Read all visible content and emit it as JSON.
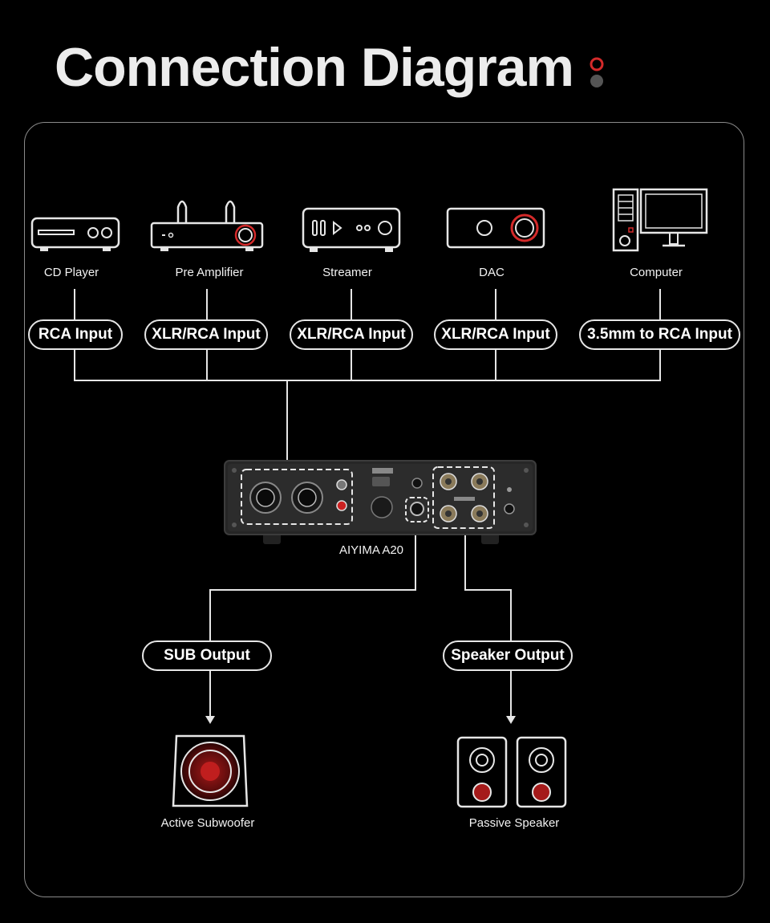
{
  "header": {
    "title": "Connection Diagram"
  },
  "colors": {
    "accent": "#d42a2a",
    "line": "#e6e6e6",
    "bg": "#000000"
  },
  "sources": [
    {
      "label": "CD Player",
      "icon": "cd-player-icon",
      "input": "RCA Input"
    },
    {
      "label": "Pre Amplifier",
      "icon": "pre-amplifier-icon",
      "input": "XLR/RCA Input"
    },
    {
      "label": "Streamer",
      "icon": "streamer-icon",
      "input": "XLR/RCA Input"
    },
    {
      "label": "DAC",
      "icon": "dac-icon",
      "input": "XLR/RCA Input"
    },
    {
      "label": "Computer",
      "icon": "computer-icon",
      "input": "3.5mm to RCA Input"
    }
  ],
  "device": {
    "label": "AIYIMA A20",
    "icon": "amplifier-back-panel"
  },
  "outputs": [
    {
      "pill": "SUB Output",
      "label": "Active Subwoofer",
      "icon": "subwoofer-icon"
    },
    {
      "pill": "Speaker Output",
      "label": "Passive Speaker",
      "icon": "speakers-icon"
    }
  ]
}
